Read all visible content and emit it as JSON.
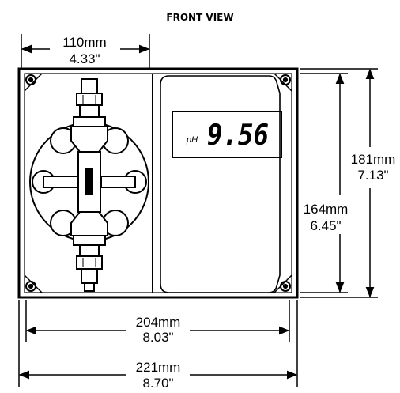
{
  "title": "FRONT VIEW",
  "display": {
    "unit": "pH",
    "reading": "9.56"
  },
  "dimensions": {
    "top_width": {
      "mm": "110mm",
      "in": "4.33\""
    },
    "inner_width": {
      "mm": "204mm",
      "in": "8.03\""
    },
    "outer_width": {
      "mm": "221mm",
      "in": "8.70\""
    },
    "inner_height": {
      "mm": "164mm",
      "in": "6.45\""
    },
    "outer_height": {
      "mm": "181mm",
      "in": "7.13\""
    }
  }
}
